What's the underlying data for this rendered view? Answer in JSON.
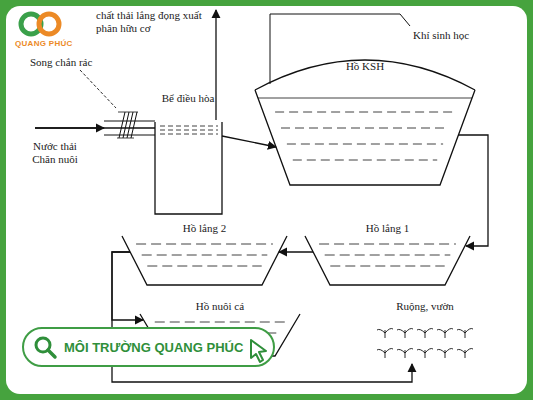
{
  "diagram": {
    "nodes": [
      {
        "text": [
          "Bể điều hòa"
        ]
      },
      {
        "text": [
          "Hồ KSH"
        ]
      },
      {
        "text": [
          "Hồ lắng 1"
        ]
      },
      {
        "text": [
          "Hồ lắng 2"
        ]
      },
      {
        "text": [
          "Hồ nuôi cá"
        ]
      },
      {
        "text": [
          "Ruộng, vườn"
        ]
      }
    ],
    "edges": [
      {
        "from": 0,
        "to": 1,
        "arrow": "to"
      },
      {
        "from": 1,
        "to": 2,
        "arrow": "to"
      },
      {
        "from": 2,
        "to": 3,
        "arrow": "to"
      },
      {
        "from": 3,
        "to": 4,
        "arrow": "to"
      },
      {
        "from": 3,
        "to": 5,
        "arrow": "to"
      }
    ],
    "labels": [
      "chất thải lắng đọng xuất phân hữu cơ",
      "Song chắn rác",
      "Nước thải Chăn nuôi",
      "Khí sinh học",
      "QUANG PHÚC",
      "MÔI TRƯỜNG QUANG PHÚC"
    ]
  }
}
